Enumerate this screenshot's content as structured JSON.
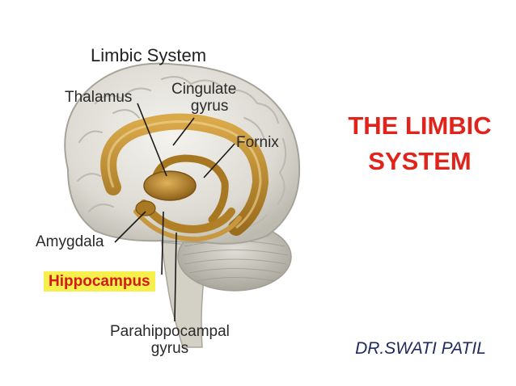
{
  "figure": {
    "heading": "Limbic System",
    "labels": {
      "thalamus": "Thalamus",
      "cingulate_line1": "Cingulate",
      "cingulate_line2": "gyrus",
      "fornix": "Fornix",
      "amygdala": "Amygdala",
      "hippocampus": "Hippocampus",
      "parahippocampal_line1": "Parahippocampal",
      "parahippocampal_line2": "gyrus"
    }
  },
  "slide": {
    "title_line1": "THE LIMBIC",
    "title_line2": "SYSTEM",
    "author": "DR.SWATI PATIL"
  },
  "colors": {
    "title": "#e0241b",
    "author": "#1f2a5e",
    "highlight_bg": "#f6ef4c",
    "highlight_text": "#d31a1a",
    "limbic_gold": "#b8862a",
    "brain_gray": "#e2e0d8"
  }
}
